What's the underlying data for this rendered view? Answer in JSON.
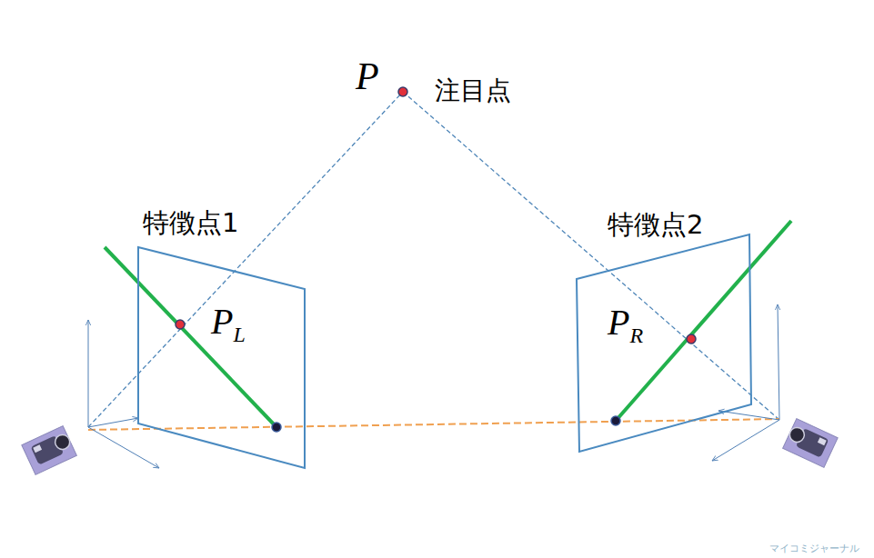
{
  "diagram": {
    "nodes": [
      {
        "text": [
          "特徴点1",
          "PL"
        ]
      },
      {
        "text": [
          "特徴点2",
          "PR"
        ]
      }
    ],
    "labels": [
      "P",
      "注目点",
      "マイコミジャーナル"
    ]
  }
}
